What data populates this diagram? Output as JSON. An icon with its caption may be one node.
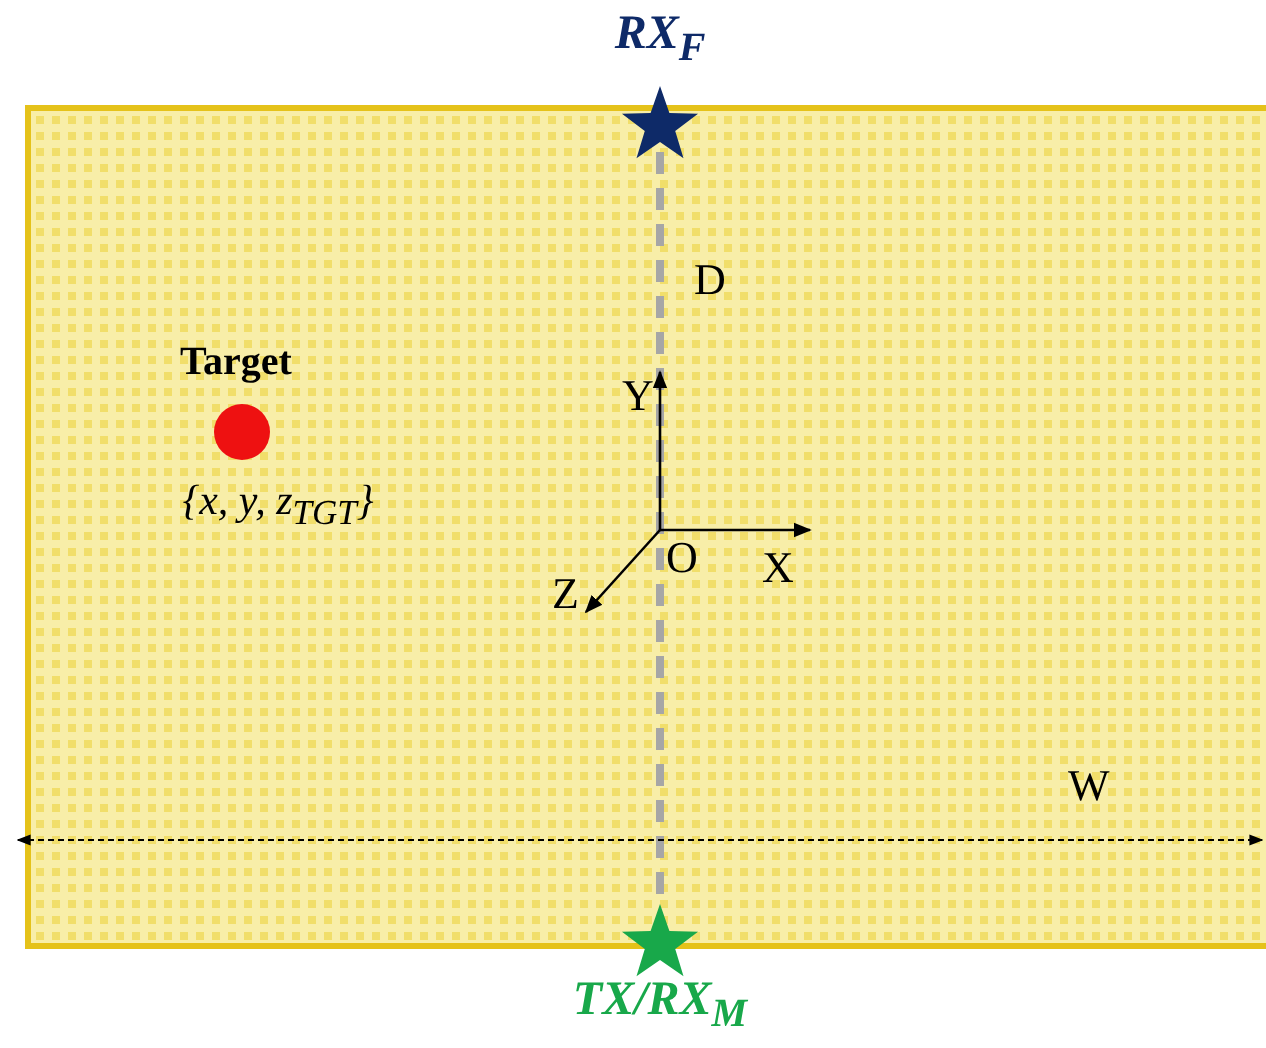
{
  "diagram": {
    "nodes": [
      {
        "text": [
          "RX$_{F}$"
        ]
      },
      {
        "text": [
          "TX/RX$_{M}$"
        ]
      },
      {
        "text": [
          "Target",
          "{x, y, z$_{TGT}$}"
        ]
      }
    ],
    "edges": [
      {
        "from": 0,
        "to": 1,
        "arrow": "none",
        "style": "dashed",
        "color": "#a6a6a6",
        "label": "D"
      }
    ],
    "labels": [
      "Y",
      "O",
      "X",
      "Z",
      "W"
    ]
  }
}
